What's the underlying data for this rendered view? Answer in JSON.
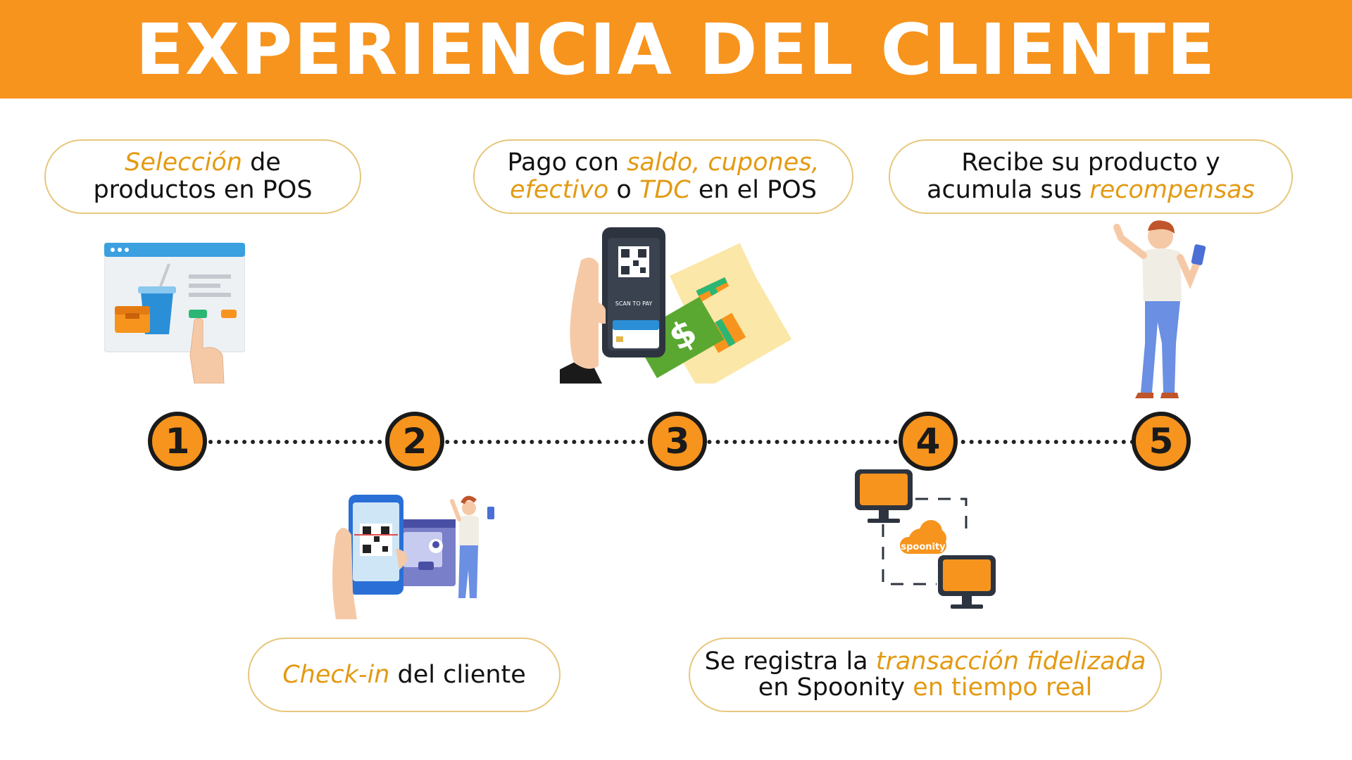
{
  "header": {
    "title": "EXPERIENCIA DEL CLIENTE"
  },
  "colors": {
    "accent": "#f7941d",
    "highlight": "#e39a12",
    "pill_border": "#e7c77c"
  },
  "steps": [
    {
      "number": "1",
      "parts": [
        {
          "text": "Selección",
          "hl": true
        },
        {
          "text": " de"
        },
        {
          "br": true
        },
        {
          "text": "productos en POS"
        }
      ]
    },
    {
      "number": "2",
      "parts": [
        {
          "text": "Check-in",
          "hl": true
        },
        {
          "text": " del cliente"
        }
      ]
    },
    {
      "number": "3",
      "parts": [
        {
          "text": "Pago con "
        },
        {
          "text": "saldo, cupones,",
          "hl": true
        },
        {
          "br": true
        },
        {
          "text": "efectivo",
          "hl": true
        },
        {
          "text": " o "
        },
        {
          "text": "TDC",
          "hl": true
        },
        {
          "text": " en el POS"
        }
      ]
    },
    {
      "number": "4",
      "parts": [
        {
          "text": "Se registra la "
        },
        {
          "text": "transacción fidelizada",
          "hl": true
        },
        {
          "br": true
        },
        {
          "text": "en Spoonity "
        },
        {
          "text": "en tiempo real",
          "hl2": true
        }
      ]
    },
    {
      "number": "5",
      "parts": [
        {
          "text": "Recibe su producto y"
        },
        {
          "br": true
        },
        {
          "text": "acumula sus "
        },
        {
          "text": "recompensas",
          "hl": true
        }
      ]
    }
  ],
  "illustrations": {
    "pos_screen": "pos-touchscreen-icon",
    "checkin": "qr-checkin-icon",
    "payment": "phone-qr-payment-icon",
    "scan_label": "SCAN TO PAY",
    "spoonity_label": "spoonity",
    "customer": "happy-customer-icon"
  }
}
